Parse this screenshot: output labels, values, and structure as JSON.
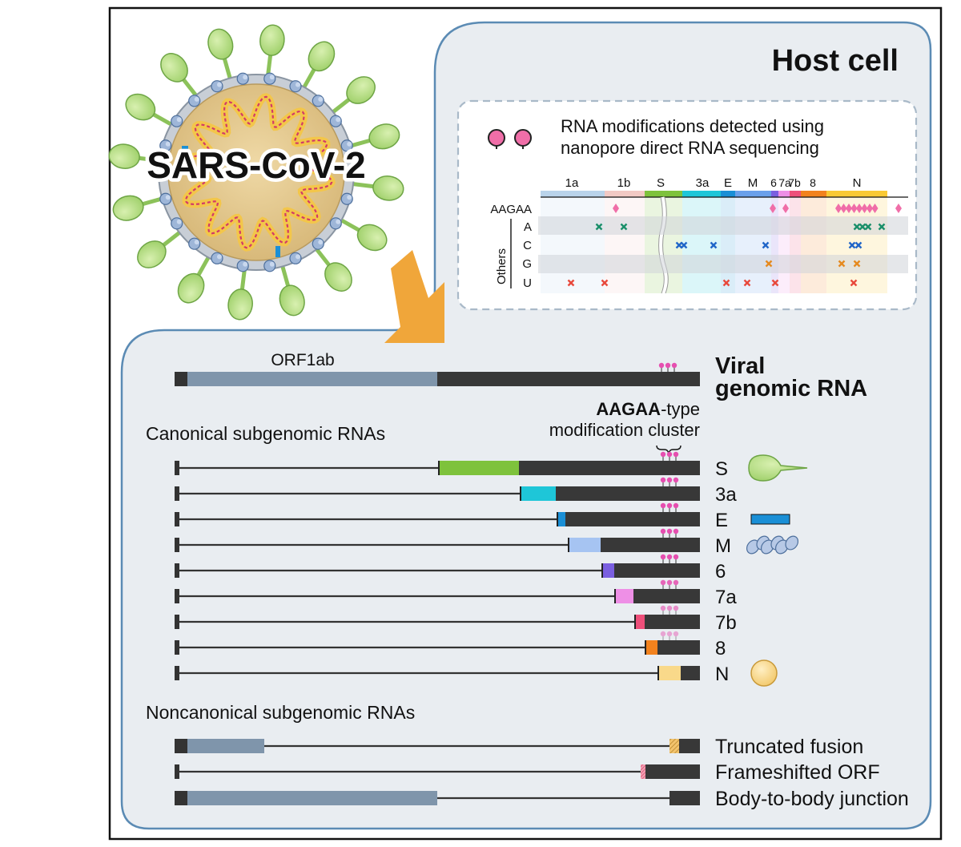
{
  "virus": {
    "label": "SARS-CoV-2"
  },
  "host_cell": {
    "title": "Host cell"
  },
  "mod_panel": {
    "heading_line1": "RNA modifications detected using",
    "heading_line2": "nanopore direct RNA sequencing",
    "gene_labels": [
      "1a",
      "1b",
      "S",
      "3a",
      "E",
      "M",
      "6",
      "7a",
      "7b",
      "8",
      "N"
    ],
    "row_labels": [
      "AAGAA",
      "A",
      "C",
      "G",
      "U"
    ],
    "others_label": "Others",
    "colors": {
      "aagaa": "#f06ea8",
      "A": "#1a8f6a",
      "C": "#2166c8",
      "G": "#e58a1f",
      "U": "#e8493c"
    }
  },
  "genomic": {
    "orf_label": "ORF1ab",
    "title_line1": "Viral",
    "title_line2": "genomic RNA"
  },
  "cluster": {
    "label_bold": "AAGAA",
    "label_rest": "-type",
    "label_line2": "modification cluster"
  },
  "canonical": {
    "heading": "Canonical subgenomic RNAs",
    "rnas": [
      {
        "name": "S",
        "color": "#7ec23c"
      },
      {
        "name": "3a",
        "color": "#1ec6d8"
      },
      {
        "name": "E",
        "color": "#1a8fd6"
      },
      {
        "name": "M",
        "color": "#a6c4f2"
      },
      {
        "name": "6",
        "color": "#7a5fe0"
      },
      {
        "name": "7a",
        "color": "#ee8fe6"
      },
      {
        "name": "7b",
        "color": "#ee4f7a"
      },
      {
        "name": "8",
        "color": "#f2821e"
      },
      {
        "name": "N",
        "color": "#f9d98a"
      }
    ]
  },
  "noncanonical": {
    "heading": "Noncanonical subgenomic RNAs",
    "rnas": [
      {
        "name": "Truncated fusion"
      },
      {
        "name": "Frameshifted ORF"
      },
      {
        "name": "Body-to-body junction"
      }
    ]
  }
}
